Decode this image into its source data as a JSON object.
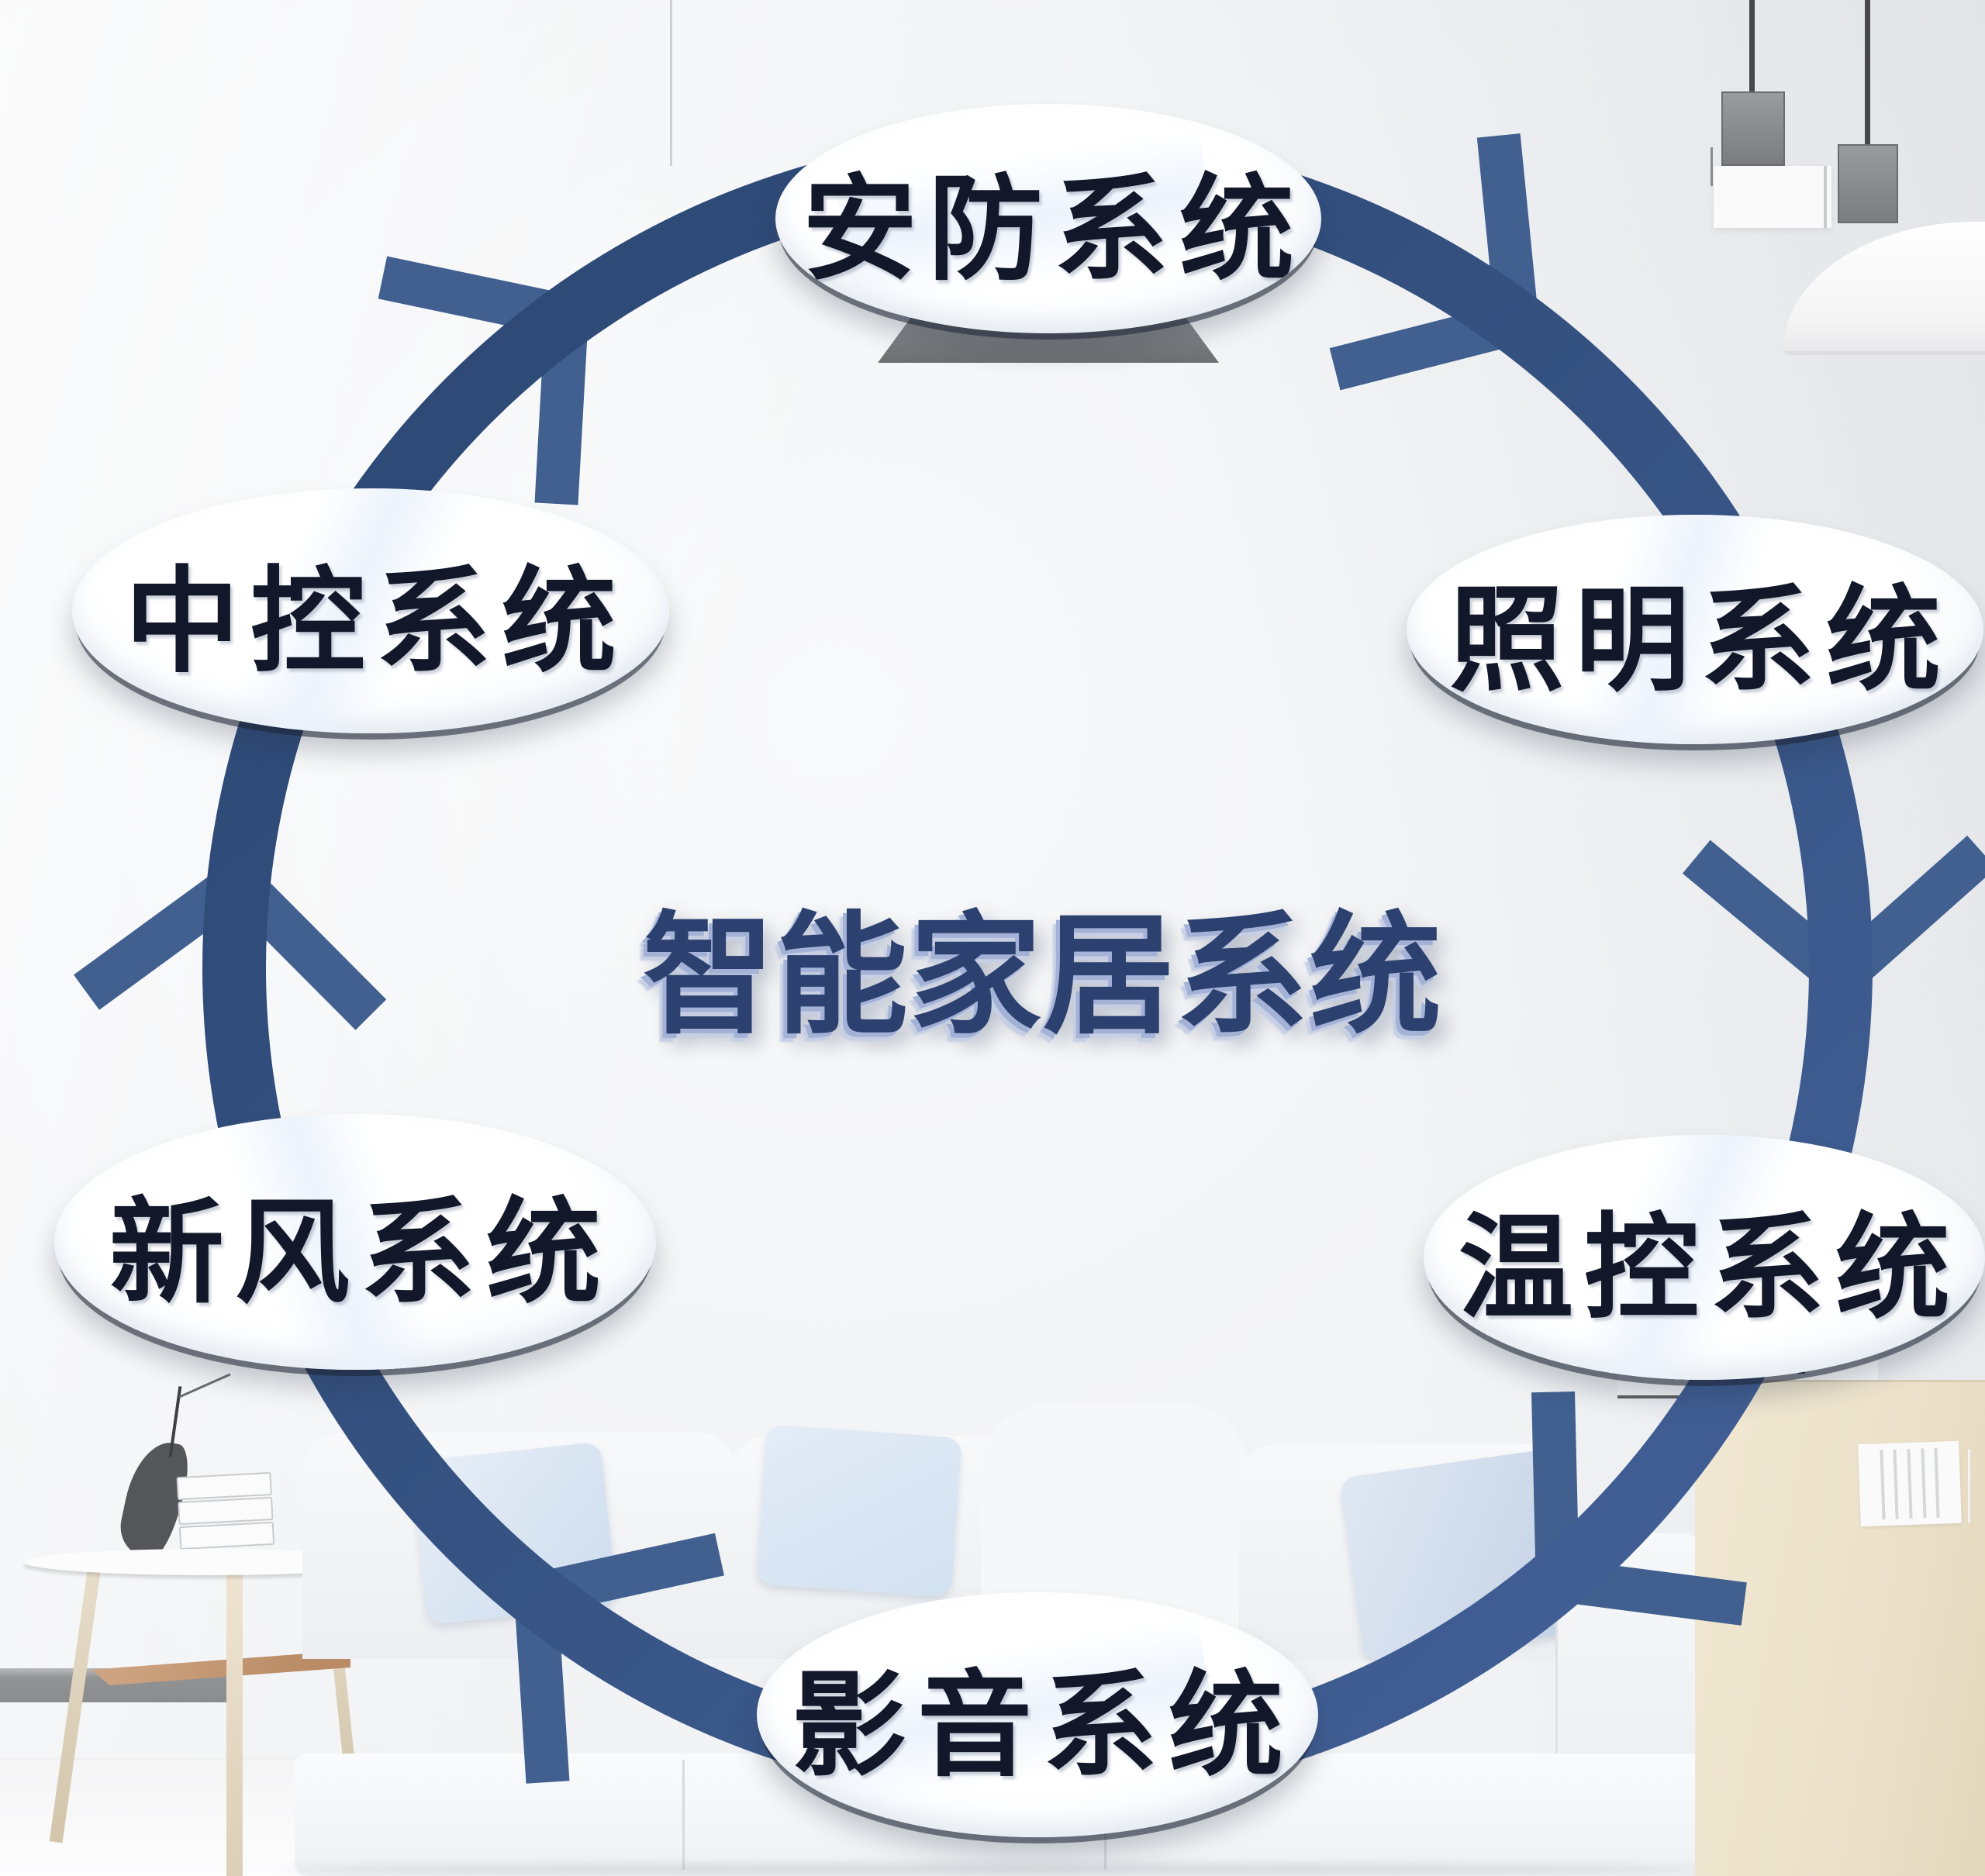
{
  "diagram": {
    "center_title": "智能家居系统",
    "flow_direction": "clockwise",
    "nodes": [
      {
        "id": "security",
        "label": "安防系统",
        "position": "top"
      },
      {
        "id": "lighting",
        "label": "照明系统",
        "position": "upper-right"
      },
      {
        "id": "thermostat",
        "label": "温控系统",
        "position": "lower-right"
      },
      {
        "id": "av",
        "label": "影音系统",
        "position": "bottom"
      },
      {
        "id": "fresh-air",
        "label": "新风系统",
        "position": "lower-left"
      },
      {
        "id": "central-control",
        "label": "中控系统",
        "position": "upper-left"
      }
    ],
    "colors": {
      "ring_blue": "#35517f",
      "arrow_blue": "#41608f",
      "title_navy": "#2c4170",
      "node_fill": "#ffffff",
      "node_text": "#12182a",
      "pillow_blue": "#d9e6f4",
      "box_beige": "#ece2cb"
    }
  }
}
